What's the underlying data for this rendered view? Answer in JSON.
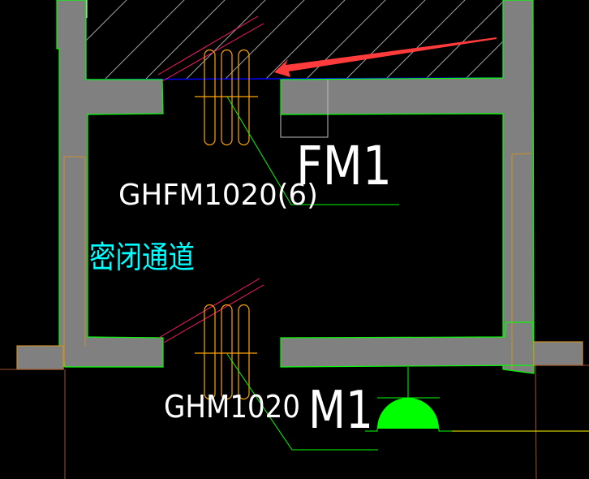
{
  "drawing": {
    "background": "#000000",
    "colors": {
      "wall_fill": "#808080",
      "wall_outline": "#00ff00",
      "hatch_boundary": "#0000ff",
      "hatch_lines": "#a0a0a0",
      "rebar": "#ffa500",
      "magenta_lines": "#ff1a66",
      "label_text": "#ffffff",
      "room_label": "#00ffff",
      "leader_line": "#00ff00",
      "arrow": "#ff3b3b",
      "door_symbol": "#00ff00",
      "axis_line": "#a0522d",
      "baseline": "#ffff00"
    },
    "labels": {
      "upper_door_tag": "GHFM1020(6)",
      "upper_door_id": "FM1",
      "room_name": "密闭通道",
      "lower_door_tag": "GHM1020",
      "lower_door_id": "M1"
    },
    "annotation": {
      "arrow": "red-pointer-arrow"
    }
  }
}
